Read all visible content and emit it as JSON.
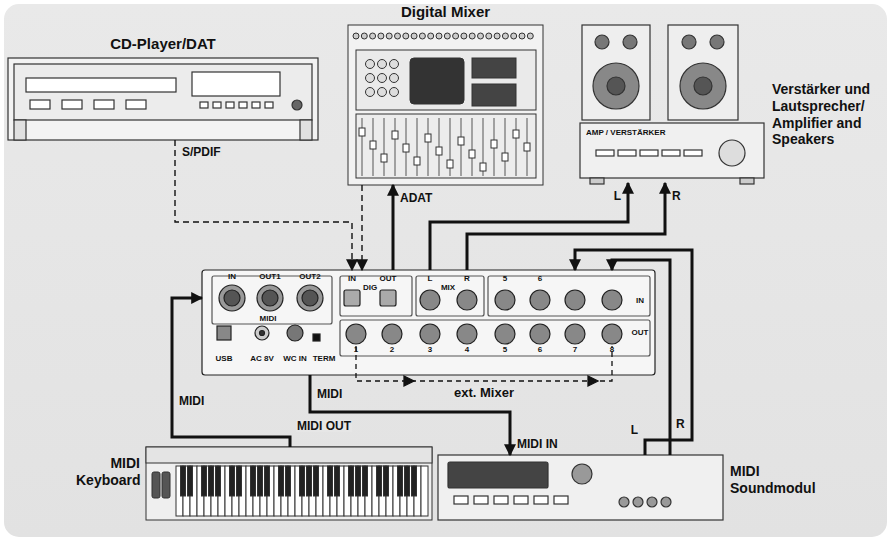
{
  "diagram": {
    "nodes": [
      {
        "text": [
          "CD-Player/DAT"
        ]
      },
      {
        "text": [
          "Digital Mixer"
        ]
      },
      {
        "text": [
          "Verstärker und Lautsprecher/ Amplifier and Speakers",
          "AMP / VERSTÄRKER"
        ]
      },
      {
        "text": [
          "IN",
          "OUT1",
          "OUT2",
          "MIDI",
          "IN",
          "OUT",
          "DIG",
          "L",
          "R",
          "MIX",
          "5",
          "6",
          "IN",
          "USB",
          "AC 8V",
          "WC IN",
          "TERM",
          "OUT",
          "1",
          "2",
          "3",
          "4",
          "5",
          "6",
          "7",
          "8"
        ]
      },
      {
        "text": [
          "MIDI Keyboard"
        ]
      },
      {
        "text": [
          "MIDI Soundmodul"
        ]
      }
    ],
    "edges": [
      {
        "from": 0,
        "to": 3,
        "label": "S/PDIF",
        "arrow": "to"
      },
      {
        "from": 1,
        "to": 3,
        "arrow": "to"
      },
      {
        "from": 3,
        "to": 1,
        "label": "ADAT",
        "arrow": "to"
      },
      {
        "from": 3,
        "to": 2,
        "label": "L",
        "arrow": "to"
      },
      {
        "from": 3,
        "to": 2,
        "label": "R",
        "arrow": "to"
      },
      {
        "from": 5,
        "to": 3,
        "label": "L",
        "arrow": "to"
      },
      {
        "from": 5,
        "to": 3,
        "label": "R",
        "arrow": "to"
      },
      {
        "from": 4,
        "to": 3,
        "label": "MIDI",
        "arrow": "to"
      },
      {
        "from": 3,
        "to": 5,
        "label": "MIDI",
        "arrow": "to"
      }
    ],
    "labels": [
      "MIDI OUT",
      "MIDI IN",
      "ext. Mixer"
    ]
  }
}
